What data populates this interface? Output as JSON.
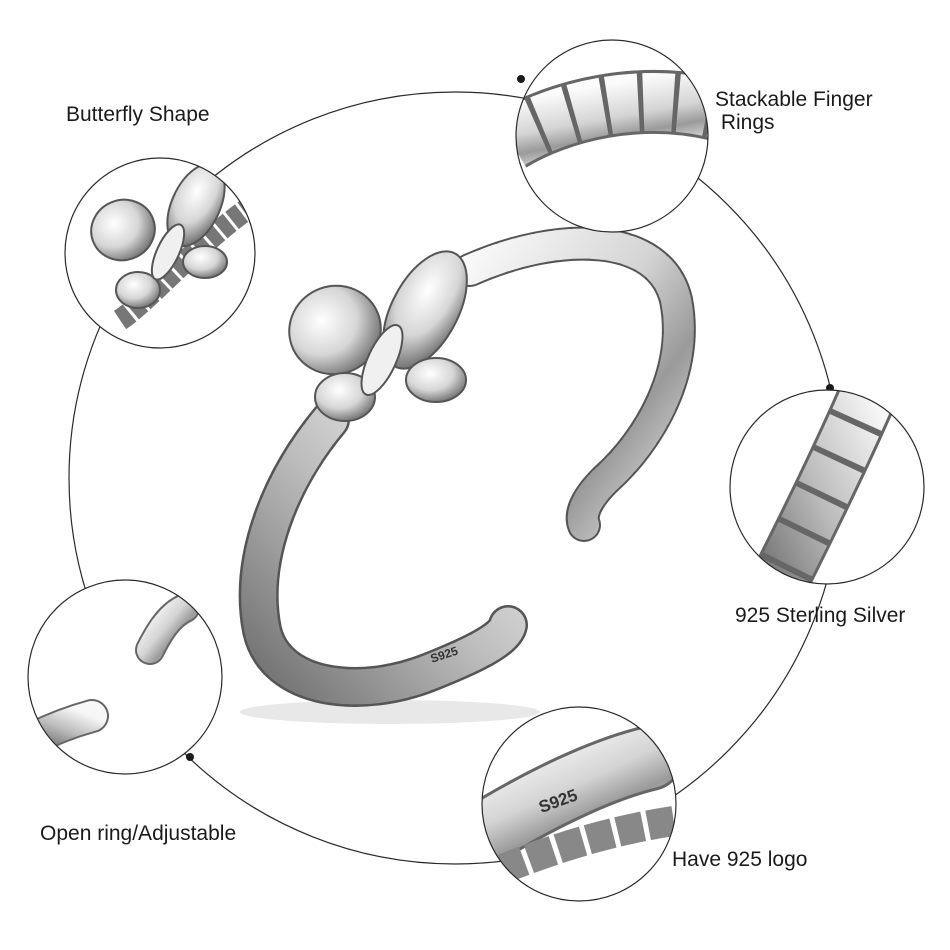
{
  "features": [
    {
      "id": "butterfly",
      "label": "Butterfly Shape"
    },
    {
      "id": "stackable",
      "label": "Stackable Finger\n Rings"
    },
    {
      "id": "silver",
      "label": "925 Sterling Silver"
    },
    {
      "id": "adjustable",
      "label": "Open ring/Adjustable"
    },
    {
      "id": "logo",
      "label": "Have 925 logo"
    }
  ],
  "stamp": "S925",
  "colors": {
    "background": "#ffffff",
    "metal_light": "#f4f4f4",
    "metal_mid": "#c9c9c9",
    "metal_dark": "#6e6e6e",
    "outline": "#2a2a2a",
    "text": "#1a1a1a"
  }
}
